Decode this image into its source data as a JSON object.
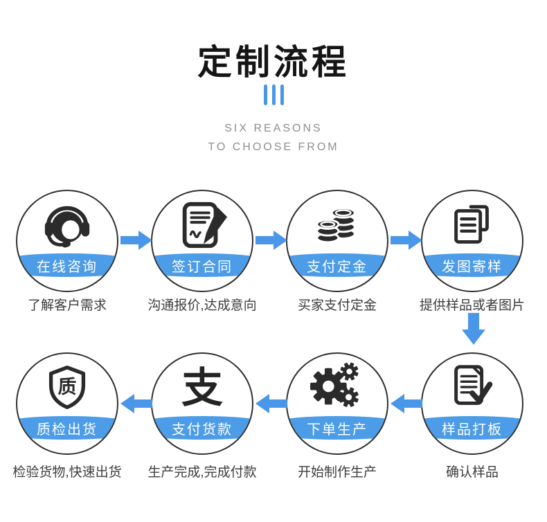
{
  "header": {
    "title": "定制流程",
    "subtitle_line1": "SIX REASONS",
    "subtitle_line2": "TO CHOOSE FROM"
  },
  "colors": {
    "accent_blue": "#4a96e8",
    "band_blue": "#4c9ce8",
    "icon_black": "#2b2b2b",
    "title_black": "#151515",
    "subtitle_gray": "#8e8e8e",
    "circle_border": "#2f2f2f"
  },
  "icons": {
    "alipay_glyph": "支",
    "quality_glyph": "质"
  },
  "steps": [
    {
      "order": 1,
      "icon": "customer-service-headset-icon",
      "label": "在线咨询",
      "caption": "了解客户需求"
    },
    {
      "order": 2,
      "icon": "contract-pen-icon",
      "label": "签订合同",
      "caption": "沟通报价,达成意向"
    },
    {
      "order": 3,
      "icon": "coins-icon",
      "label": "支付定金",
      "caption": "买家支付定金"
    },
    {
      "order": 4,
      "icon": "documents-icon",
      "label": "发图寄样",
      "caption": "提供样品或者图片"
    },
    {
      "order": 5,
      "icon": "document-check-icon",
      "label": "样品打板",
      "caption": "确认样品"
    },
    {
      "order": 6,
      "icon": "gears-icon",
      "label": "下单生产",
      "caption": "开始制作生产"
    },
    {
      "order": 7,
      "icon": "alipay-pay-icon",
      "label": "支付货款",
      "caption": "生产完成,完成付款"
    },
    {
      "order": 8,
      "icon": "quality-shield-icon",
      "label": "质检出货",
      "caption": "检验货物,快速出货"
    }
  ]
}
